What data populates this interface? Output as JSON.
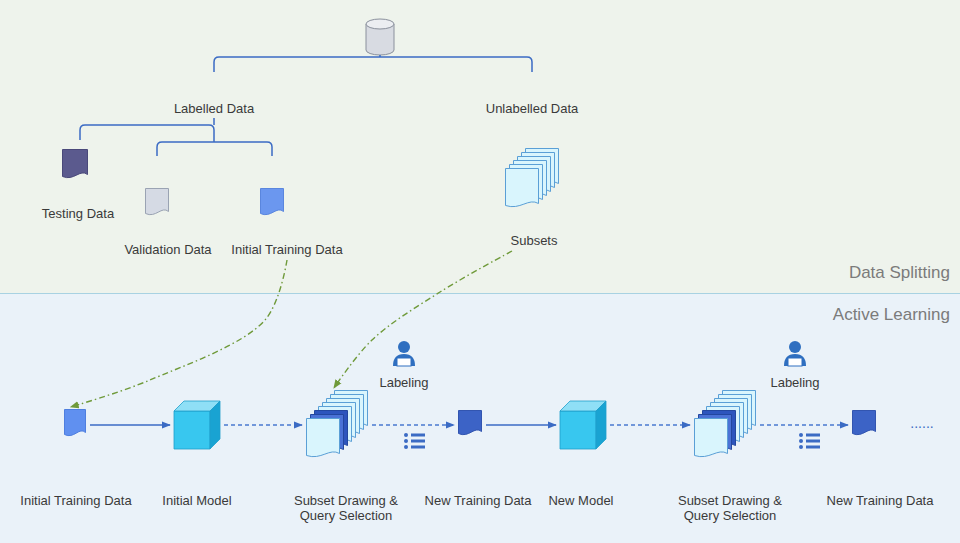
{
  "diagram": {
    "nodes": [
      {
        "text": [
          "Data Splitting"
        ]
      },
      {
        "text": [
          "Testing Data"
        ],
        "in": 0
      },
      {
        "text": [
          "Validation Data"
        ],
        "in": 0
      },
      {
        "text": [
          "Initial Training Data"
        ],
        "in": 0
      },
      {
        "text": [
          "Subsets"
        ],
        "in": 0
      },
      {
        "text": [
          "Active Learning"
        ]
      },
      {
        "text": [
          "Initial Training Data"
        ],
        "in": 5
      },
      {
        "text": [
          "Initial Model"
        ],
        "in": 5
      },
      {
        "text": [
          "Subset Drawing & Query Selection"
        ],
        "in": 5
      },
      {
        "text": [
          "New Training Data"
        ],
        "in": 5
      },
      {
        "text": [
          "New Model"
        ],
        "in": 5
      },
      {
        "text": [
          "Subset Drawing & Query Selection"
        ],
        "in": 5
      },
      {
        "text": [
          "New Training Data"
        ],
        "in": 5
      }
    ],
    "edges": [
      {
        "from": 3,
        "to": 6,
        "arrow": "to"
      },
      {
        "from": 4,
        "to": 8,
        "arrow": "to"
      },
      {
        "from": 6,
        "to": 7,
        "arrow": "to"
      },
      {
        "from": 7,
        "to": 8,
        "arrow": "to"
      },
      {
        "from": 8,
        "to": 9,
        "arrow": "to",
        "label": "Labeling"
      },
      {
        "from": 9,
        "to": 10,
        "arrow": "to"
      },
      {
        "from": 10,
        "to": 11,
        "arrow": "to"
      },
      {
        "from": 11,
        "to": 12,
        "arrow": "to",
        "label": "Labeling"
      }
    ],
    "labels": [
      "Labelled Data",
      "Unlabelled Data",
      "......"
    ]
  }
}
